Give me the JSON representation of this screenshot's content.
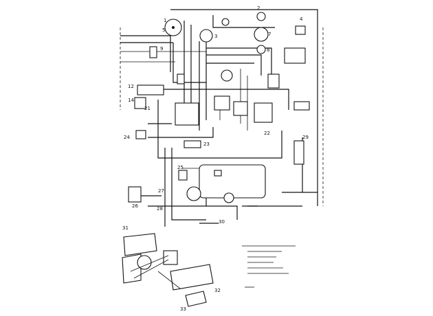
{
  "diagram": {
    "callouts": [
      "1",
      "2",
      "3",
      "4",
      "5",
      "7",
      "8",
      "9",
      "12",
      "14",
      "21",
      "22",
      "23",
      "24",
      "25",
      "26",
      "27",
      "28",
      "29",
      "30",
      "31",
      "32",
      "33"
    ],
    "legend": []
  }
}
